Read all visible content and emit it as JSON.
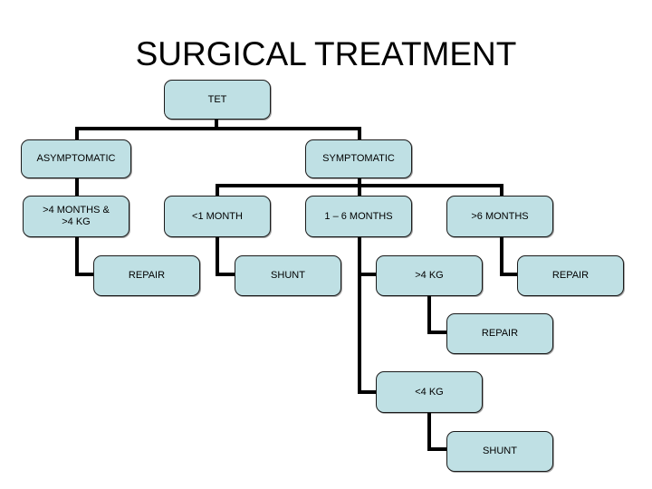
{
  "slide": {
    "title": "SURGICAL TREATMENT",
    "background_color": "#ffffff",
    "node_fill_color": "#bfe0e4",
    "node_border_color": "#1a1a1a",
    "connector_color": "#000000"
  },
  "chart_data": {
    "type": "diagram",
    "title": "SURGICAL TREATMENT",
    "diagram_kind": "flowchart-tree",
    "nodes": [
      {
        "id": "tet",
        "label": "TET",
        "level": 0
      },
      {
        "id": "asymptomatic",
        "label": "ASYMPTOMATIC",
        "level": 1
      },
      {
        "id": "symptomatic",
        "label": "SYMPTOMATIC",
        "level": 1
      },
      {
        "id": "gt4months4kg",
        "label": "&gt;4 MONTHS &amp;\n&gt;4 KG",
        "level": 2
      },
      {
        "id": "lt1month",
        "label": "&lt;1 MONTH",
        "level": 2
      },
      {
        "id": "one_to_six",
        "label": "1 – 6 MONTHS",
        "level": 2
      },
      {
        "id": "gt6months",
        "label": "&gt;6 MONTHS",
        "level": 2
      },
      {
        "id": "repair_a",
        "label": "REPAIR",
        "level": 3
      },
      {
        "id": "shunt_a",
        "label": "SHUNT",
        "level": 3
      },
      {
        "id": "gt4kg",
        "label": "&gt;4 KG",
        "level": 3
      },
      {
        "id": "repair_b",
        "label": "REPAIR",
        "level": 3
      },
      {
        "id": "repair_c",
        "label": "REPAIR",
        "level": 4
      },
      {
        "id": "lt4kg",
        "label": "&lt;4 KG",
        "level": 4
      },
      {
        "id": "shunt_b",
        "label": "SHUNT",
        "level": 5
      }
    ],
    "edges": [
      {
        "from": "tet",
        "to": "asymptomatic"
      },
      {
        "from": "tet",
        "to": "symptomatic"
      },
      {
        "from": "asymptomatic",
        "to": "gt4months4kg"
      },
      {
        "from": "symptomatic",
        "to": "lt1month"
      },
      {
        "from": "symptomatic",
        "to": "one_to_six"
      },
      {
        "from": "symptomatic",
        "to": "gt6months"
      },
      {
        "from": "gt4months4kg",
        "to": "repair_a"
      },
      {
        "from": "lt1month",
        "to": "shunt_a"
      },
      {
        "from": "one_to_six",
        "to": "gt4kg"
      },
      {
        "from": "one_to_six",
        "to": "lt4kg"
      },
      {
        "from": "gt6months",
        "to": "repair_b"
      },
      {
        "from": "gt4kg",
        "to": "repair_c"
      },
      {
        "from": "lt4kg",
        "to": "shunt_b"
      }
    ]
  },
  "labels": {
    "tet": "TET",
    "asymptomatic": "ASYMPTOMATIC",
    "symptomatic": "SYMPTOMATIC",
    "gt4months_line1": ">4 MONTHS &",
    "gt4months_line2": ">4 KG",
    "lt1month": "<1 MONTH",
    "one_to_six": "1 – 6 MONTHS",
    "gt6months": ">6 MONTHS",
    "repair_a": "REPAIR",
    "shunt_a": "SHUNT",
    "gt4kg": ">4 KG",
    "repair_b": "REPAIR",
    "repair_c": "REPAIR",
    "lt4kg": "<4 KG",
    "shunt_b": "SHUNT"
  }
}
